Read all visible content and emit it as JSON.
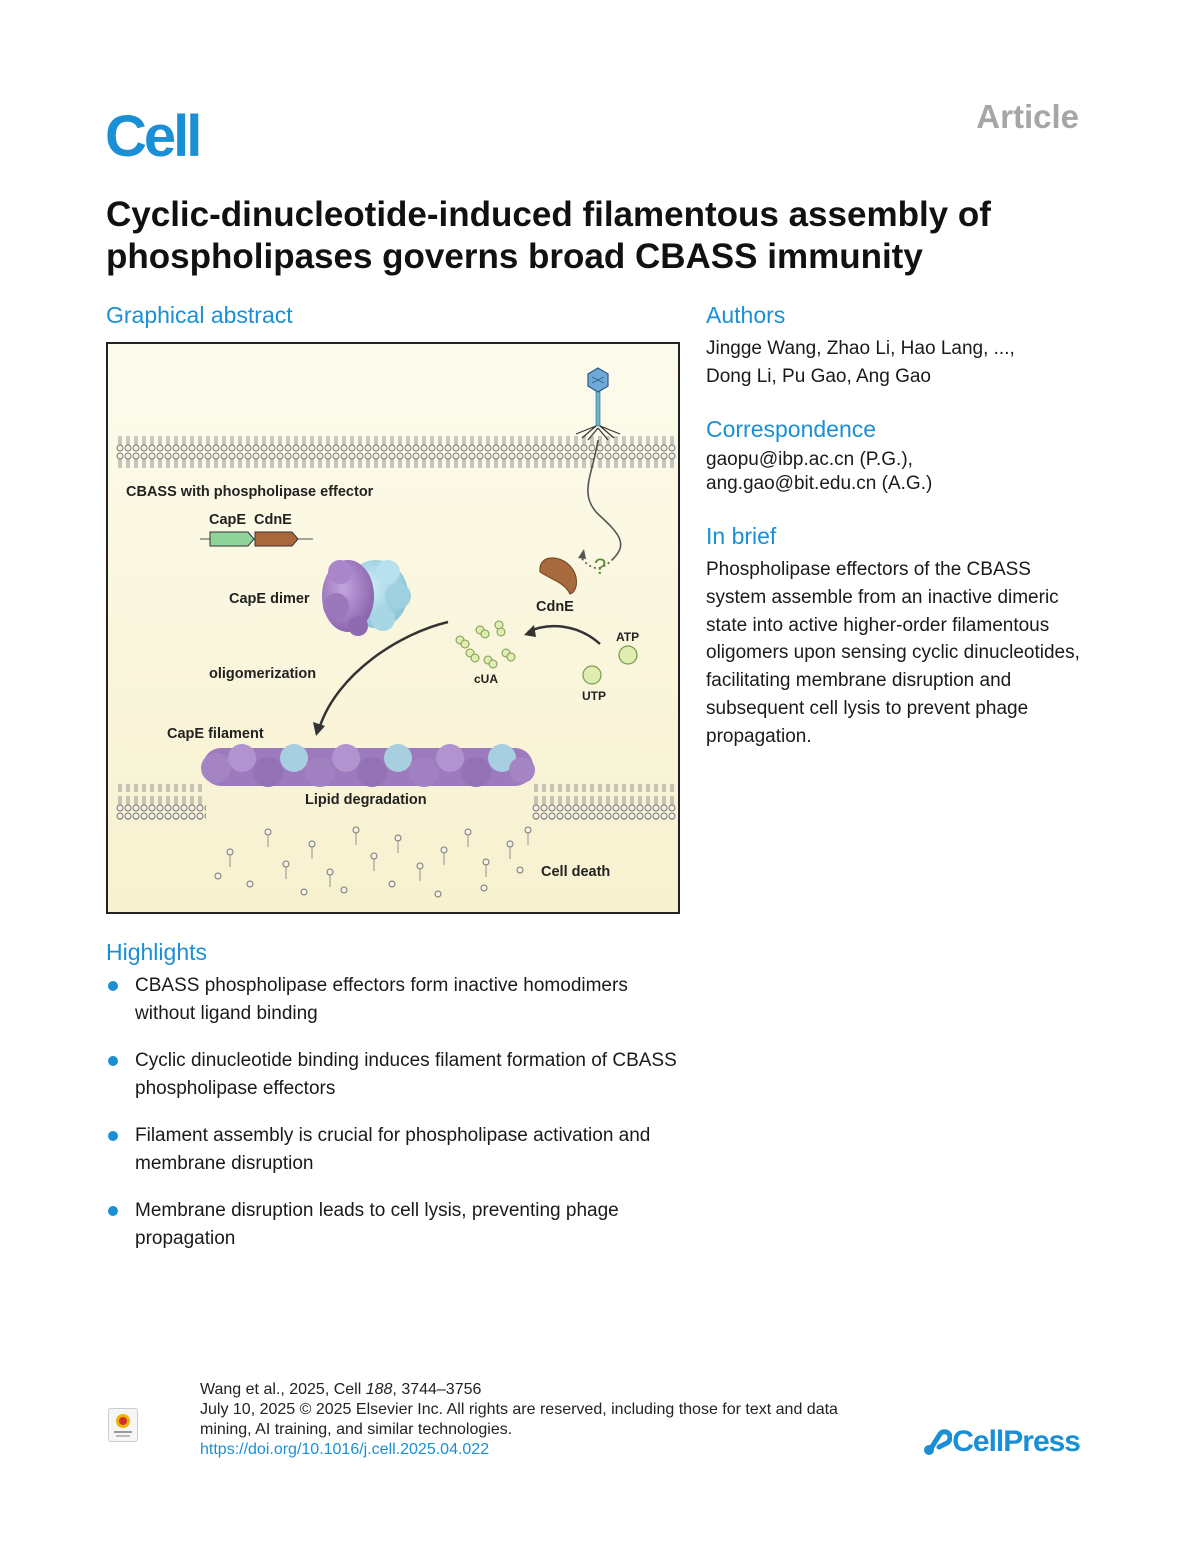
{
  "header": {
    "journal": "Cell",
    "article_type": "Article"
  },
  "title": "Cyclic-dinucleotide-induced filamentous assembly of phospholipases governs broad CBASS immunity",
  "graphical_abstract": {
    "heading": "Graphical abstract",
    "labels": {
      "cbass": "CBASS with phospholipase effector",
      "gene_cape": "CapE",
      "gene_cdne": "CdnE",
      "cape_dimer": "CapE dimer",
      "cdne": "CdnE",
      "question": "?",
      "atp": "ATP",
      "utp": "UTP",
      "cua": "cUA",
      "oligomerization": "oligomerization",
      "cape_filament": "CapE filament",
      "lipid_degradation": "Lipid degradation",
      "cell_death": "Cell death"
    },
    "colors": {
      "background": "#f8f3d6",
      "cape_purple": "#a07cc0",
      "cape_cyan": "#a9d8e6",
      "cdne_brown": "#a86a3d",
      "gene_green": "#8fd39a",
      "nucleotide": "#e0edb0"
    }
  },
  "authors": {
    "heading": "Authors",
    "line1": "Jingge Wang, Zhao Li, Hao Lang, ...,",
    "line2": "Dong Li, Pu Gao, Ang Gao"
  },
  "correspondence": {
    "heading": "Correspondence",
    "line1": "gaopu@ibp.ac.cn (P.G.),",
    "line2": "ang.gao@bit.edu.cn (A.G.)"
  },
  "in_brief": {
    "heading": "In brief",
    "text": "Phospholipase effectors of the CBASS system assemble from an inactive dimeric state into active higher-order filamentous oligomers upon sensing cyclic dinucleotides, facilitating membrane disruption and subsequent cell lysis to prevent phage propagation."
  },
  "highlights": {
    "heading": "Highlights",
    "items": [
      "CBASS phospholipase effectors form inactive homodimers without ligand binding",
      "Cyclic dinucleotide binding induces filament formation of CBASS phospholipase effectors",
      "Filament assembly is crucial for phospholipase activation and membrane disruption",
      "Membrane disruption leads to cell lysis, preventing phage propagation"
    ]
  },
  "footer": {
    "citation_prefix": "Wang et al., 2025, Cell ",
    "volume": "188",
    "pages": ", 3744–3756",
    "copyright": "July 10, 2025 © 2025 Elsevier Inc. All rights are reserved, including those for text and data mining, AI training, and similar technologies.",
    "doi": "https://doi.org/10.1016/j.cell.2025.04.022",
    "check_badge": "Check for updates",
    "publisher": "CellPress"
  }
}
